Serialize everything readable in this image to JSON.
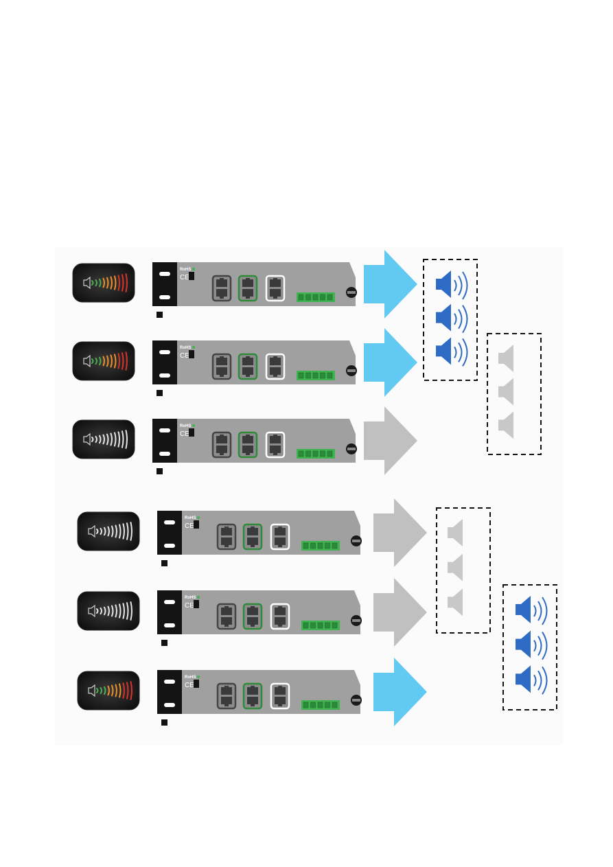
{
  "diagram": {
    "description_free": true,
    "units": [
      {
        "indicator": "active",
        "rack_color": "#a0a0a0",
        "arrow": "active"
      },
      {
        "indicator": "active",
        "rack_color": "#a0a0a0",
        "arrow": "active"
      },
      {
        "indicator": "idle",
        "rack_color": "#a0a0a0",
        "arrow": "idle"
      },
      {
        "indicator": "idle",
        "rack_color": "#a0a0a0",
        "arrow": "idle"
      },
      {
        "indicator": "idle",
        "rack_color": "#a0a0a0",
        "arrow": "idle"
      },
      {
        "indicator": "active",
        "rack_color": "#a0a0a0",
        "arrow": "active"
      }
    ],
    "speaker_groups": [
      {
        "state": "active",
        "count": 3
      },
      {
        "state": "idle",
        "count": 3
      },
      {
        "state": "idle",
        "count": 3
      },
      {
        "state": "active",
        "count": 3
      }
    ],
    "colors": {
      "arrow_active": "#62c9f2",
      "arrow_idle": "#c0c0c0",
      "speaker_active": "#2e6bc4",
      "speaker_idle": "#c8c8c8",
      "terminal_green": "#3fb34f",
      "port_green": "#2f8a3a",
      "level_green": "#4caf50",
      "level_orange": "#f0902a",
      "level_red": "#d8342c"
    },
    "panel_marks": {
      "rohs": "RoHS",
      "ce": "CE"
    }
  }
}
